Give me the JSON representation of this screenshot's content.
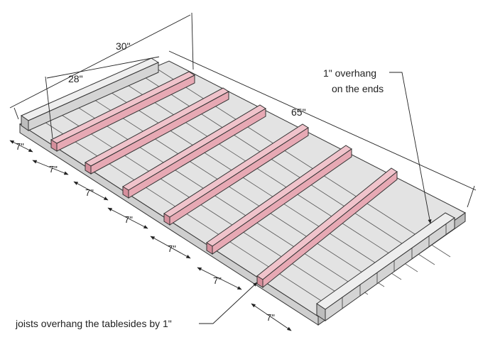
{
  "dimensions": {
    "inner_width": "28\"",
    "outer_width": "30\"",
    "length": "65\"",
    "spacing": [
      "7\"",
      "7\"",
      "7\"",
      "7\"",
      "7\"",
      "7\"",
      "7\""
    ]
  },
  "notes": {
    "overhang_ends_line1": "1\" overhang",
    "overhang_ends_line2": "on the ends",
    "joists_overhang": "joists overhang the tablesides by 1\""
  },
  "colors": {
    "board": "#e3e3e3",
    "joist": "#e7a9b4",
    "edge": "#333333"
  }
}
